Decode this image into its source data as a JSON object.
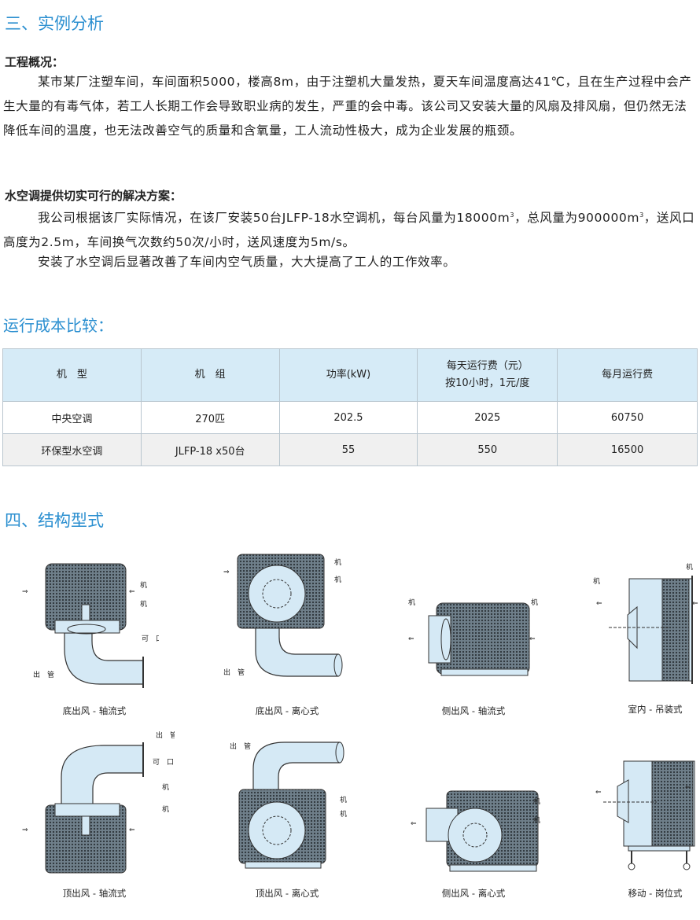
{
  "section3": {
    "title": "三、实例分析",
    "overview_heading": "工程概况：",
    "overview_text": "某市某厂注塑车间，车间面积5000，楼高8m，由于注塑机大量发热，夏天车间温度高达41℃，且在生产过程中会产生大量的有毒气体，若工人长期工作会导致职业病的发生，严重的会中毒。该公司又安装大量的风扇及排风扇，但仍然无法降低车间的温度，也无法改善空气的质量和含氧量，工人流动性极大，成为企业发展的瓶颈。",
    "solution_heading": "水空调提供切实可行的解决方案：",
    "solution_p1_a": "我公司根据该厂实际情况，在该厂安装50台JLFP-18水空调机，每台风量为18000m",
    "solution_p1_sup1": "3",
    "solution_p1_b": "，总风量为900000m",
    "solution_p1_sup2": "3",
    "solution_p1_c": "，送风口高度为2.5m，车间换气次数约50次/小时，送风速度为5m/s。",
    "solution_p2": "安装了水空调后显著改善了车间内空气质量，大大提高了工人的工作效率。"
  },
  "cost": {
    "title": "运行成本比较：",
    "headers": [
      "机　型",
      "机　组",
      "功率(kW)",
      "每天运行费（元）",
      "按10小时，1元/度",
      "每月运行费"
    ],
    "rows": [
      [
        "中央空调",
        "270匹",
        "202.5",
        "2025",
        "60750"
      ],
      [
        "环保型水空调",
        "JLFP-18  x50台",
        "55",
        "550",
        "16500"
      ]
    ]
  },
  "section4": {
    "title": "四、结构型式",
    "captions": [
      "底出风 - 轴流式",
      "底出风 - 离心式",
      "侧出风 - 轴流式",
      "室内 - 吊装式",
      "顶出风 - 轴流式",
      "顶出风 - 离心式",
      "侧出风 - 离心式",
      "移动 - 岗位式"
    ],
    "labels": {
      "ji": "机",
      "ke_kou": "可　口",
      "chu_guan": "出　管"
    }
  },
  "colors": {
    "accent": "#2b8fd0",
    "header_bg": "#d6ebf7",
    "unit_fill": "#d5e9f5"
  }
}
